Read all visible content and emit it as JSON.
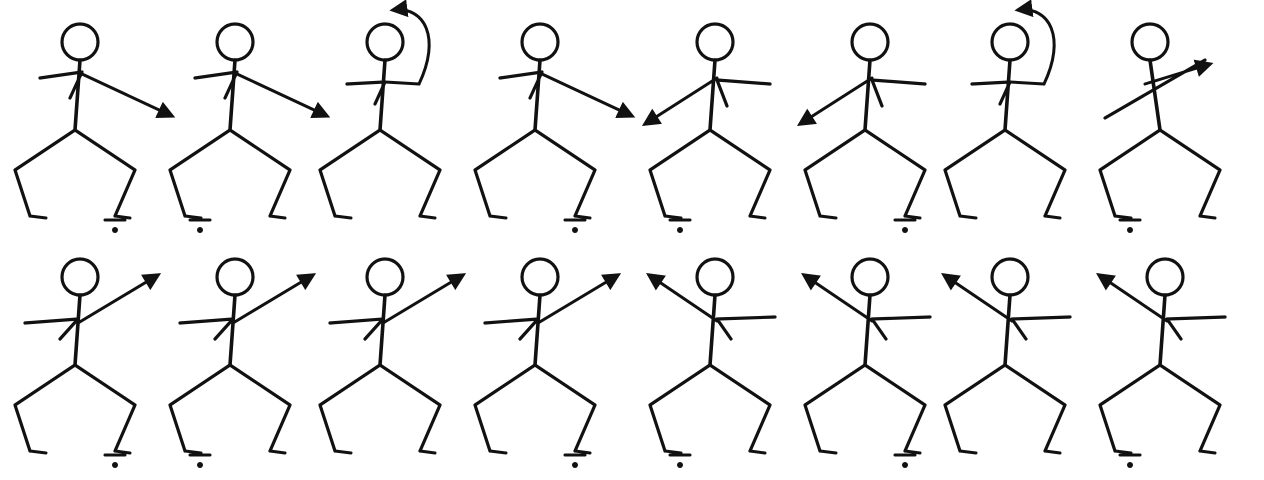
{
  "figure_sheet": {
    "description_free": true,
    "ink_color": "#111111",
    "background_color": "#ffffff",
    "rows": [
      {
        "figures": [
          {
            "arms": "right-out",
            "turn_arrow": false,
            "feet_marker": "right"
          },
          {
            "arms": "right-out",
            "turn_arrow": false,
            "feet_marker": "left"
          },
          {
            "arms": "raised-circle",
            "turn_arrow": true,
            "feet_marker": "none"
          },
          {
            "arms": "right-out",
            "turn_arrow": false,
            "feet_marker": "right"
          },
          {
            "arms": "left-out",
            "turn_arrow": false,
            "feet_marker": "left"
          },
          {
            "arms": "left-out",
            "turn_arrow": false,
            "feet_marker": "right"
          },
          {
            "arms": "raised-circle",
            "turn_arrow": true,
            "feet_marker": "none"
          },
          {
            "arms": "lunge",
            "turn_arrow": false,
            "feet_marker": "left"
          }
        ]
      },
      {
        "figures": [
          {
            "arms": "right-up",
            "turn_arrow": false,
            "feet_marker": "right"
          },
          {
            "arms": "right-up",
            "turn_arrow": false,
            "feet_marker": "left"
          },
          {
            "arms": "right-up",
            "turn_arrow": false,
            "feet_marker": "none"
          },
          {
            "arms": "right-up",
            "turn_arrow": false,
            "feet_marker": "right"
          },
          {
            "arms": "left-up",
            "turn_arrow": false,
            "feet_marker": "left"
          },
          {
            "arms": "left-up",
            "turn_arrow": false,
            "feet_marker": "right"
          },
          {
            "arms": "left-up",
            "turn_arrow": false,
            "feet_marker": "none"
          },
          {
            "arms": "left-up",
            "turn_arrow": false,
            "feet_marker": "left"
          }
        ]
      }
    ]
  }
}
